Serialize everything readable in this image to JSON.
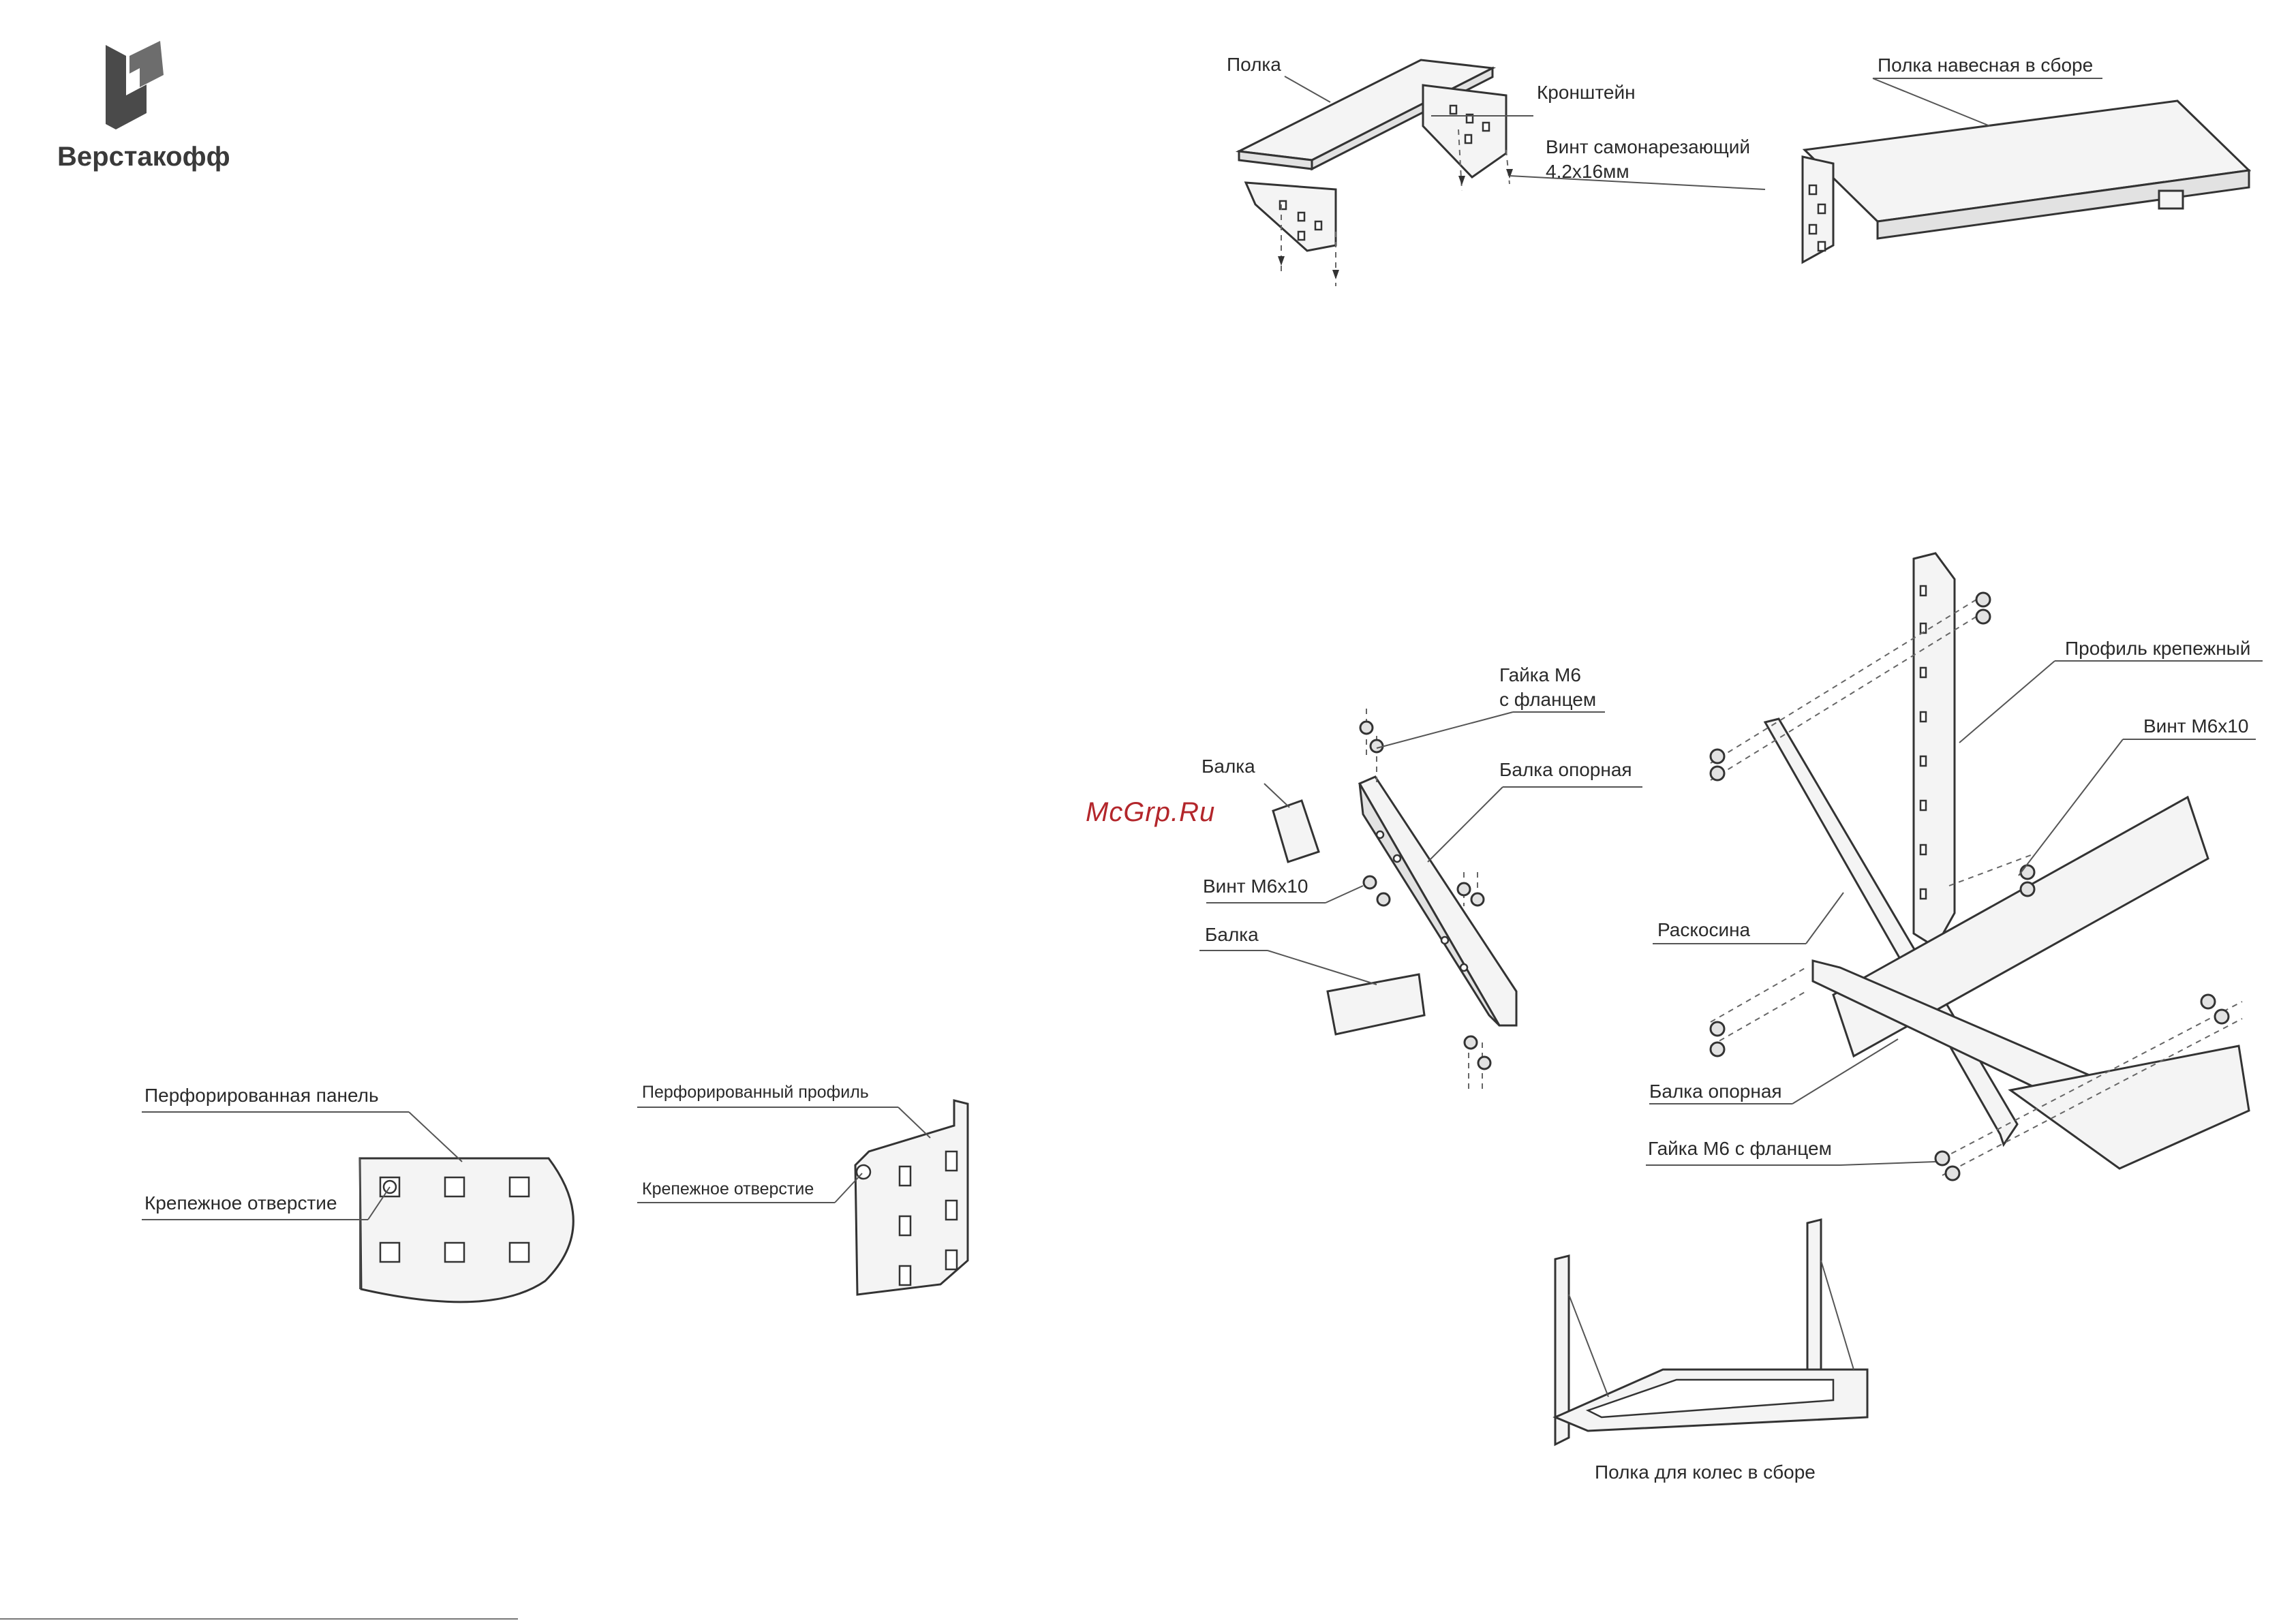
{
  "brand": {
    "name": "Верстакофф"
  },
  "watermark": "McGrp.Ru",
  "top_left": {
    "shelf": "Полка",
    "bracket": "Кронштейн",
    "screw_line1": "Винт самонарезающий",
    "screw_line2": "4.2x16мм"
  },
  "top_right": {
    "assembled": "Полка навесная в сборе"
  },
  "middle": {
    "nut_line1": "Гайка М6",
    "nut_line2": "с фланцем",
    "beam1": "Балка",
    "support_beam": "Балка опорная",
    "screw": "Винт М6х10",
    "beam2": "Балка"
  },
  "right": {
    "mount_profile": "Профиль крепежный",
    "screw": "Винт М6х10",
    "brace": "Раскосина",
    "support_beam": "Балка опорная",
    "nut": "Гайка М6 с фланцем"
  },
  "bottom": {
    "wheel_shelf": "Полка для колес в сборе",
    "perf_panel": "Перфорированная панель",
    "mount_hole_1": "Крепежное отверстие",
    "perf_profile": "Перфорированный профиль",
    "mount_hole_2": "Крепежное отверстие"
  }
}
